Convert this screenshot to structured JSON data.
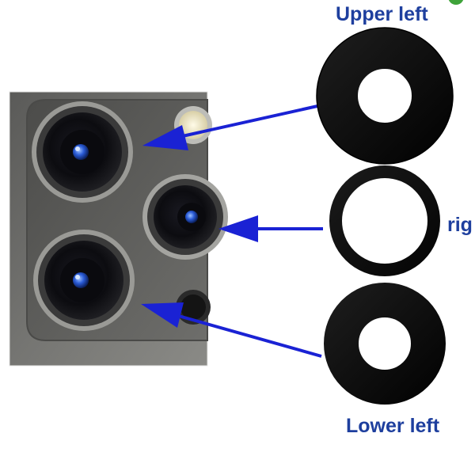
{
  "labels": {
    "upper_left": "Upper left",
    "right": "rig",
    "lower_left": "Lower left"
  },
  "colors": {
    "label_text": "#1e3f9e",
    "arrow": "#1a22d4",
    "ring": "#0d0d0d",
    "phone_body": "#6c6c6a",
    "lens_accent": "#2a5bd6"
  },
  "icons": {
    "corner_badge": "green-badge-icon"
  }
}
